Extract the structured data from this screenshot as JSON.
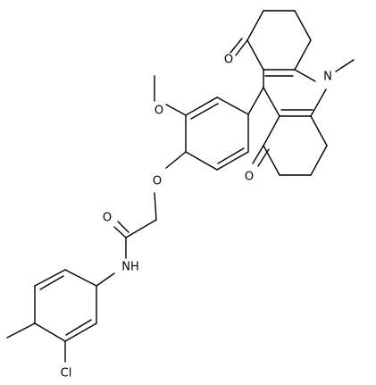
{
  "labels": {
    "o_methoxy": "O",
    "o_ether": "O",
    "o_amide": "O",
    "nh": "NH",
    "cl": "Cl",
    "o_top_ketone": "O",
    "o_bottom_ketone": "O",
    "n_ring": "N"
  }
}
